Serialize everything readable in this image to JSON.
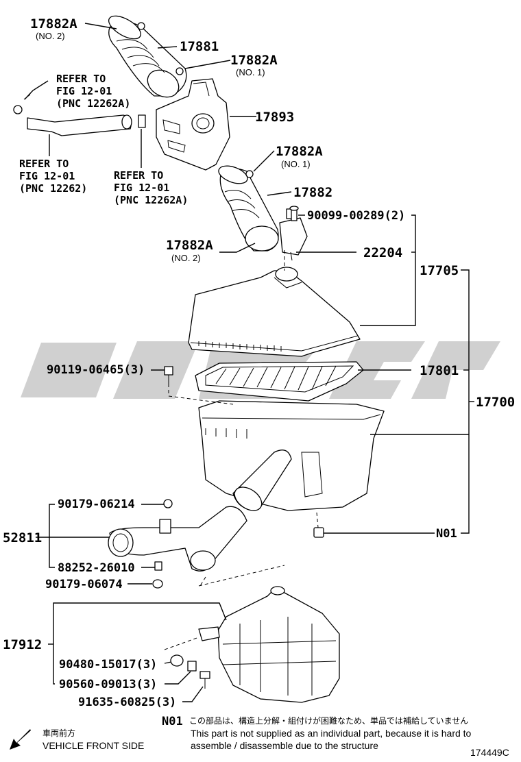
{
  "labels": {
    "p17882a_no2_top": "17882A",
    "p17882a_no2_top_sub": "(NO. 2)",
    "p17881": "17881",
    "p17882a_no1_top": "17882A",
    "p17882a_no1_top_sub": "(NO. 1)",
    "p17893": "17893",
    "p17882a_no1_mid": "17882A",
    "p17882a_no1_mid_sub": "(NO. 1)",
    "p17882": "17882",
    "p90099": "90099-00289(2)",
    "p17882a_no2_mid": "17882A",
    "p17882a_no2_mid_sub": "(NO. 2)",
    "p22204": "22204",
    "p17705": "17705",
    "p90119": "90119-06465(3)",
    "p17801": "17801",
    "p17700": "17700",
    "p90179a": "90179-06214",
    "p52811": "52811",
    "pN01": "N01",
    "p88252": "88252-26010",
    "p90179b": "90179-06074",
    "p17912": "17912",
    "p90480": "90480-15017(3)",
    "p90560": "90560-09013(3)",
    "p91635": "91635-60825(3)"
  },
  "refs": {
    "ref1": [
      "REFER TO",
      "FIG 12-01",
      "(PNC 12262A)"
    ],
    "ref2": [
      "REFER TO",
      "FIG 12-01",
      "(PNC 12262)"
    ],
    "ref3": [
      "REFER TO",
      "FIG 12-01",
      "(PNC 12262A)"
    ]
  },
  "footer": {
    "n01_label": "N01",
    "n01_jp": "この部品は、構造上分解・組付けが困難なため、単品では補給していません",
    "n01_en_1": "This part is not supplied as an individual part, because it is hard to",
    "n01_en_2": "assemble / disassemble due to the structure",
    "front_jp": "車両前方",
    "front_en": "VEHICLE FRONT SIDE",
    "figure_id": "174449C"
  },
  "icons": {
    "front_arrow": "arrow-down-left-icon"
  }
}
